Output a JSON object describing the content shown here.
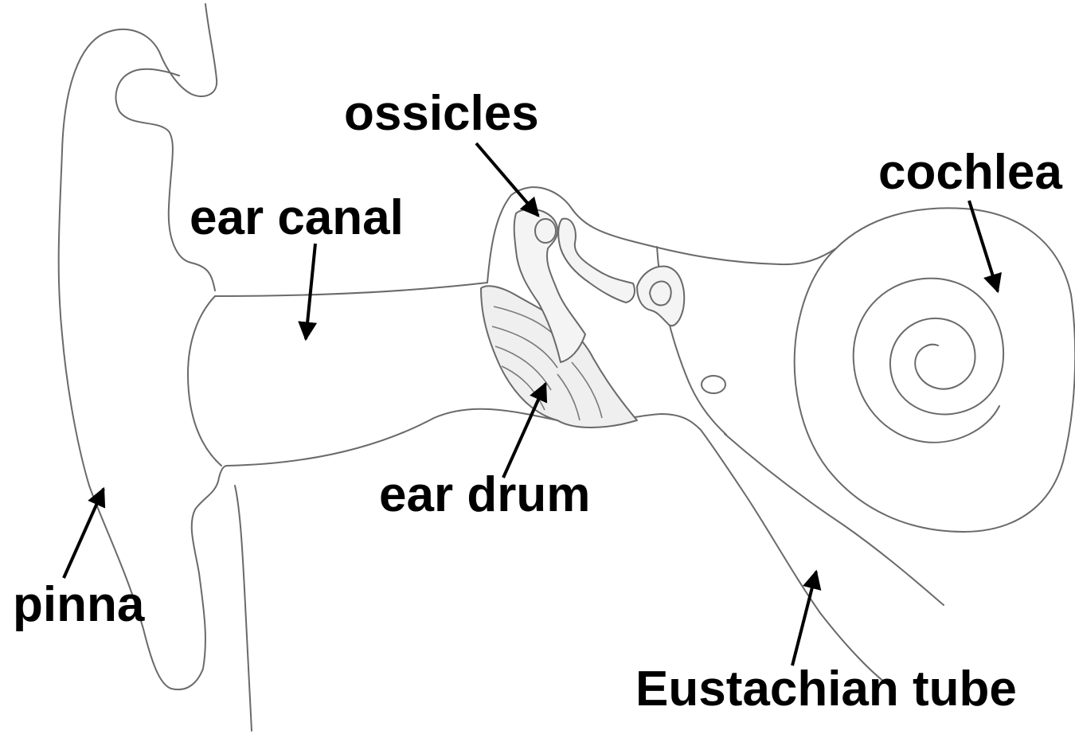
{
  "diagram": {
    "labels": {
      "ossicles": "ossicles",
      "cochlea": "cochlea",
      "ear_canal": "ear canal",
      "ear_drum": "ear drum",
      "pinna": "pinna",
      "eustachian_tube": "Eustachian tube"
    },
    "colors": {
      "outline": "#6a6a6a",
      "text": "#000000",
      "ear_drum_fill": "#efefef"
    }
  }
}
